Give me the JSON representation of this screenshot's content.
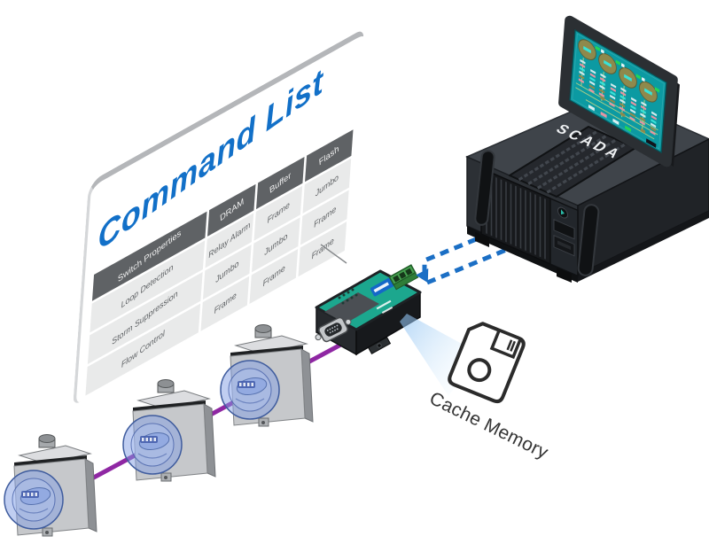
{
  "command_list": {
    "title": "Command List",
    "columns": [
      "Switch Properties",
      "DRAM",
      "Buffer",
      "Flash"
    ],
    "rows": [
      [
        "Loop Detection",
        "Relay Alarm",
        "Frame",
        "Jumbo"
      ],
      [
        "Storm Suppression",
        "Jumbo",
        "Jumbo",
        "Frame"
      ],
      [
        "Flow Control",
        "Frame",
        "Frame",
        "Frame"
      ]
    ]
  },
  "scada": {
    "label": "SCADA"
  },
  "cache": {
    "label": "Cache Memory"
  },
  "icons": {
    "floppy": "floppy-disk-icon",
    "serial": "db9-serial-connector-icon",
    "meters": "utility-meter-icon"
  },
  "colors": {
    "title_blue": "#1270C8",
    "dash_blue": "#1B6FC5",
    "bus_purple": "#8F27A3",
    "device_teal": "#1CA78E",
    "screen_teal": "#0C9AA2",
    "header_gray": "#5F6265",
    "cell_gray": "#E9EAEA"
  }
}
